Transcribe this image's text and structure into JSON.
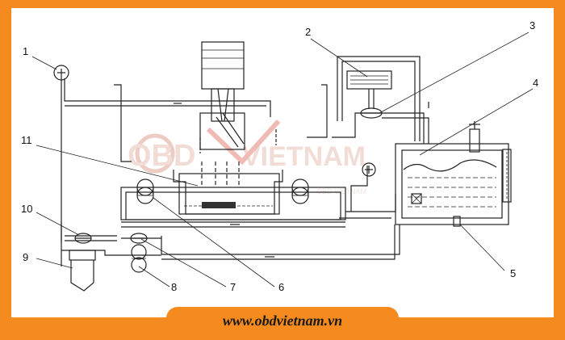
{
  "watermark": {
    "left": "OBD",
    "right": "VIETNAM",
    "small": "OBD VIETNAM"
  },
  "callouts": [
    "1",
    "2",
    "3",
    "4",
    "5",
    "6",
    "7",
    "8",
    "9",
    "10",
    "11"
  ],
  "footer": {
    "url": "www.obdvietnam.vn"
  },
  "colors": {
    "frame": "#f58a1f",
    "line": "#222222",
    "watermark": "#e8b9b0"
  }
}
